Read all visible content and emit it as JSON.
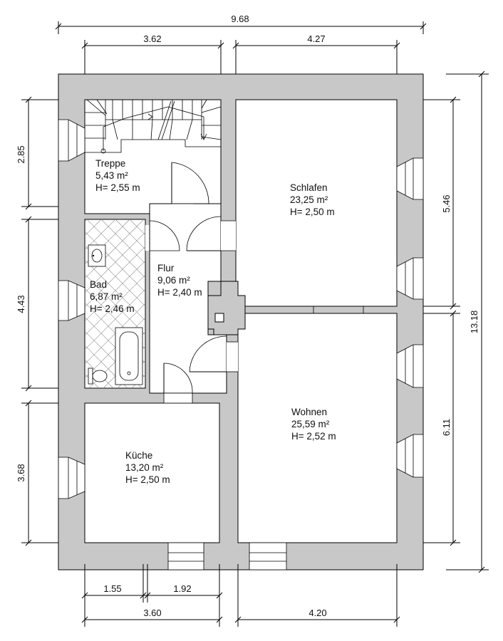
{
  "colors": {
    "wall": "#c8c8c8",
    "floor": "#ffffff",
    "line": "#000000",
    "tile": "#8a8a8a"
  },
  "rooms": [
    {
      "id": "treppe",
      "name": "Treppe",
      "area": "5,43 m²",
      "height": "H= 2,55 m"
    },
    {
      "id": "schlafen",
      "name": "Schlafen",
      "area": "23,25 m²",
      "height": "H= 2,50 m"
    },
    {
      "id": "flur",
      "name": "Flur",
      "area": "9,06 m²",
      "height": "H= 2,40 m"
    },
    {
      "id": "bad",
      "name": "Bad",
      "area": "6,87 m²",
      "height": "H= 2,46 m"
    },
    {
      "id": "wohnen",
      "name": "Wohnen",
      "area": "25,59 m²",
      "height": "H= 2,52 m"
    },
    {
      "id": "kueche",
      "name": "Küche",
      "area": "13,20 m²",
      "height": "H= 2,50 m"
    }
  ],
  "dimensions": {
    "top_total": "9.68",
    "top_left": "3.62",
    "top_right": "4.27",
    "left_top": "2.85",
    "left_mid": "4.43",
    "left_bottom": "3.68",
    "right_top": "5.46",
    "right_bottom": "6.11",
    "right_total": "13.18",
    "bottom_left_a": "1.55",
    "bottom_left_b": "1.92",
    "bottom_left": "3.60",
    "bottom_right": "4.20"
  }
}
